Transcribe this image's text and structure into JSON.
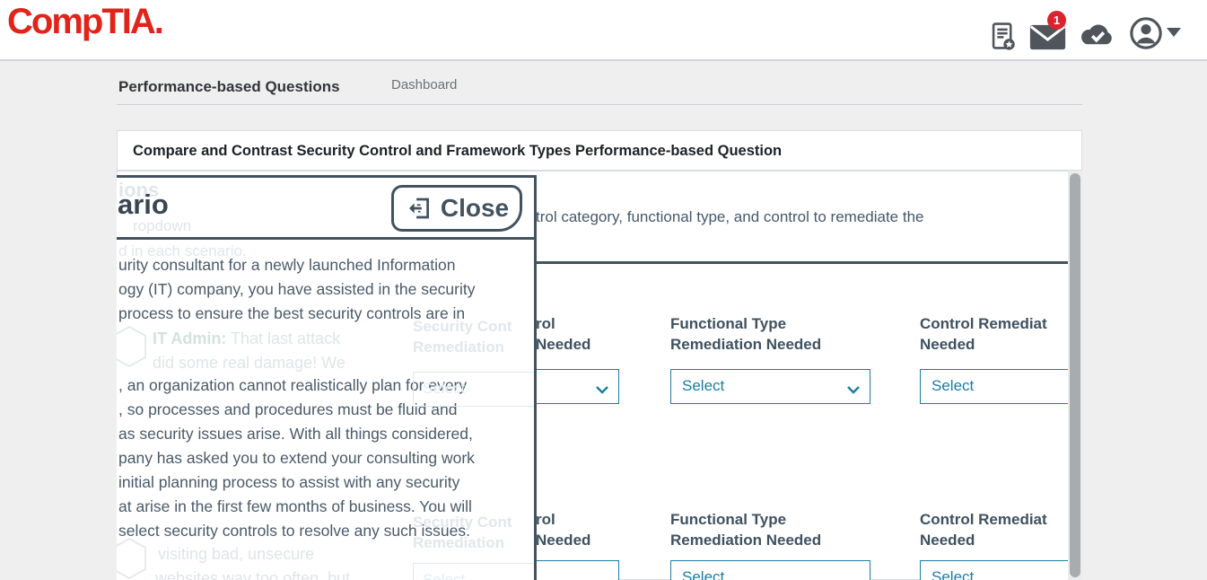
{
  "header": {
    "logo": "CompTIA.",
    "notification_count": "1"
  },
  "nav": {
    "page_title": "Performance-based Questions",
    "dashboard_link": "Dashboard"
  },
  "card": {
    "title": "Compare and Contrast Security Control and Framework Types Performance-based Question"
  },
  "instructions": {
    "visible_fragment": "trol category, functional type, and control to remediate the"
  },
  "modal": {
    "title_fragment": "ario",
    "close_label": "Close",
    "scenario_p1": [
      "urity consultant for a newly launched Information",
      "ogy (IT) company, you have assisted in the security",
      "process to ensure the best security controls are in"
    ],
    "scenario_p2": [
      ", an organization cannot realistically plan for every",
      ", so processes and procedures must be fluid and",
      "as security issues arise. With all things considered,",
      "pany has asked you to extend your consulting work",
      "initial planning process to assist with any security",
      "at arise in the first few months of business. You will",
      "select security controls to resolve any such issues."
    ],
    "faint": {
      "heading_fragment": "ions",
      "dropdown_fragment": "ropdown",
      "scenario_line_fragment": "d in each scenario.",
      "chat1_speaker": "IT Admin:",
      "chat1_line1": "That last attack",
      "chat1_line2": "did some real damage! We",
      "chat2_line1": "visiting bad, unsecure",
      "chat2_line2": "websites way too often, but",
      "label_line1": "Security Cont",
      "label_line2": "Remediation",
      "select_label": "Select"
    }
  },
  "form": {
    "select_placeholder": "Select",
    "col1_label_line1": "rol",
    "col1_label_line2": "Needed",
    "col2_label_line1": "Functional Type",
    "col2_label_line2": "Remediation Needed",
    "col3_label_line1": "Control Remediat",
    "col3_label_line2": "Needed"
  },
  "colors": {
    "brand_red": "#e2231a",
    "slate": "#42535f",
    "teal": "#1b7e9e",
    "badge_red": "#d9232e"
  }
}
